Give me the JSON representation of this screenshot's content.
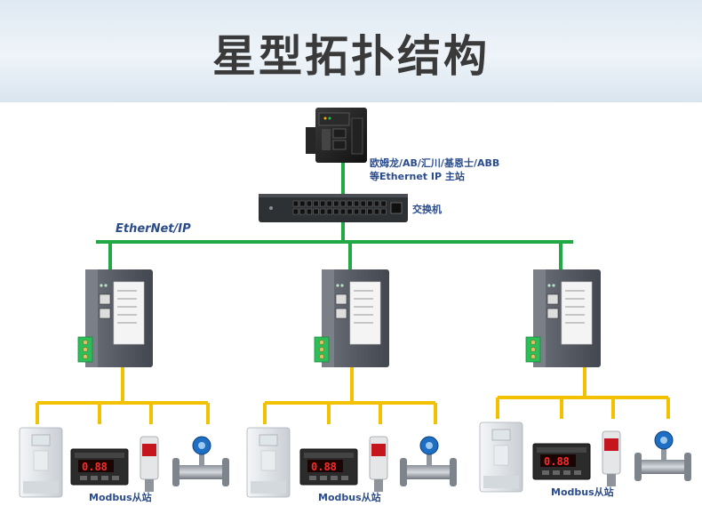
{
  "header": {
    "title": "星型拓扑结构"
  },
  "master": {
    "label_line1": "欧姆龙/AB/汇川/基恩士/ABB",
    "label_line2": "等Ethernet IP 主站"
  },
  "switch": {
    "label": "交换机"
  },
  "network": {
    "label": "EtherNet/IP"
  },
  "gateways": [
    {
      "slaves_label": "Modbus从站"
    },
    {
      "slaves_label": "Modbus从站"
    },
    {
      "slaves_label": "Modbus从站"
    }
  ],
  "display_readout": "0.88",
  "colors": {
    "ethernet_line": "#22a845",
    "modbus_line": "#f2c200",
    "label_text": "#2b4c8c",
    "gateway_body": "#5b5f68"
  }
}
